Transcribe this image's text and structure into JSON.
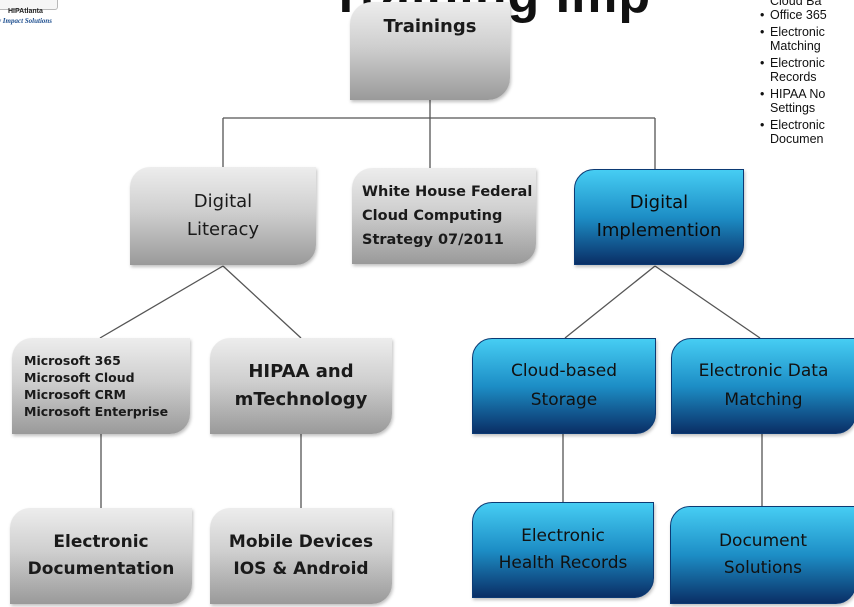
{
  "logo": {
    "name": "HIPAtlanta",
    "tagline": "ty Impact Solutions"
  },
  "heading": "Training Imp",
  "side_list": [
    {
      "text": "Cloud Ba",
      "bullet": false
    },
    {
      "text": "Office 365",
      "bullet": true
    },
    {
      "text": "Electronic",
      "bullet": true
    },
    {
      "text": "Matching",
      "bullet": false
    },
    {
      "text": "Electronic",
      "bullet": true
    },
    {
      "text": "Records",
      "bullet": false
    },
    {
      "text": "HIPAA No",
      "bullet": true
    },
    {
      "text": "Settings",
      "bullet": false
    },
    {
      "text": "Electronic",
      "bullet": true
    },
    {
      "text": "Documen",
      "bullet": false
    }
  ],
  "nodes": {
    "trainings": "Trainings",
    "digital_literacy": "Digital\nLiteracy",
    "white_house": "White House Federal\nCloud Computing\nStrategy 07/2011",
    "digital_implementation": "Digital\nImplemention",
    "microsoft_list": "Microsoft 365\nMicrosoft Cloud\nMicrosoft CRM\nMicrosoft Enterprise",
    "hipaa": "HIPAA and\nmTechnology",
    "cloud_storage": "Cloud-based\nStorage",
    "data_matching": "Electronic Data\nMatching",
    "electronic_documentation": "Electronic\nDocumentation",
    "mobile_devices": "Mobile Devices\nIOS & Android",
    "health_records": "Electronic\nHealth Records",
    "document_solutions": "Document\nSolutions"
  },
  "colors": {
    "gray_node": "#cfcfcf",
    "blue_node": "#1d8ec6",
    "connector": "#555555"
  }
}
